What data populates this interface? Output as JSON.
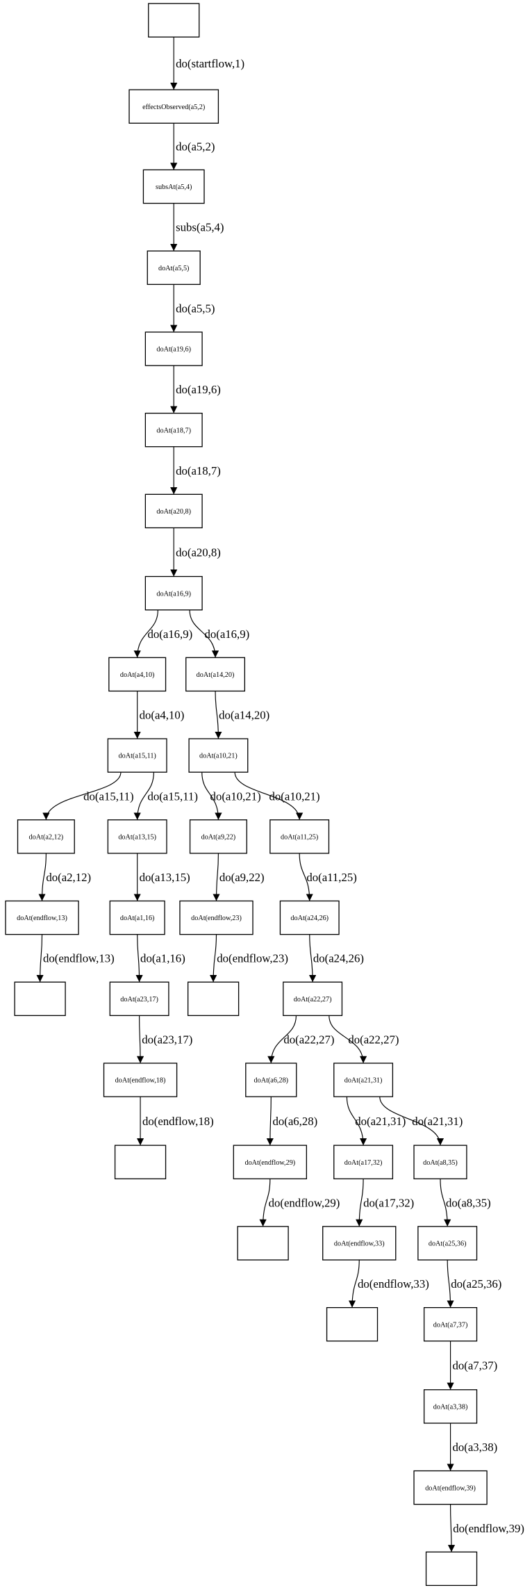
{
  "graph": {
    "nodes": [
      {
        "id": "n0",
        "label": ""
      },
      {
        "id": "n1",
        "label": "effectsObserved(a5,2)"
      },
      {
        "id": "n2",
        "label": "subsAt(a5,4)"
      },
      {
        "id": "n3",
        "label": "doAt(a5,5)"
      },
      {
        "id": "n4",
        "label": "doAt(a19,6)"
      },
      {
        "id": "n5",
        "label": "doAt(a18,7)"
      },
      {
        "id": "n6",
        "label": "doAt(a20,8)"
      },
      {
        "id": "n7",
        "label": "doAt(a16,9)"
      },
      {
        "id": "n8",
        "label": "doAt(a4,10)"
      },
      {
        "id": "n9",
        "label": "doAt(a14,20)"
      },
      {
        "id": "n10",
        "label": "doAt(a15,11)"
      },
      {
        "id": "n11",
        "label": "doAt(a10,21)"
      },
      {
        "id": "n12",
        "label": "doAt(a2,12)"
      },
      {
        "id": "n13",
        "label": "doAt(a13,15)"
      },
      {
        "id": "n14",
        "label": "doAt(a9,22)"
      },
      {
        "id": "n15",
        "label": "doAt(a11,25)"
      },
      {
        "id": "n16",
        "label": "doAt(endflow,13)"
      },
      {
        "id": "n17",
        "label": "doAt(a1,16)"
      },
      {
        "id": "n18",
        "label": "doAt(endflow,23)"
      },
      {
        "id": "n19",
        "label": "doAt(a24,26)"
      },
      {
        "id": "n20",
        "label": ""
      },
      {
        "id": "n21",
        "label": "doAt(a23,17)"
      },
      {
        "id": "n22",
        "label": ""
      },
      {
        "id": "n23",
        "label": "doAt(a22,27)"
      },
      {
        "id": "n24",
        "label": "doAt(endflow,18)"
      },
      {
        "id": "n25",
        "label": "doAt(a6,28)"
      },
      {
        "id": "n26",
        "label": "doAt(a21,31)"
      },
      {
        "id": "n27",
        "label": ""
      },
      {
        "id": "n28",
        "label": "doAt(endflow,29)"
      },
      {
        "id": "n29",
        "label": "doAt(a17,32)"
      },
      {
        "id": "n30",
        "label": "doAt(a8,35)"
      },
      {
        "id": "n31",
        "label": ""
      },
      {
        "id": "n32",
        "label": "doAt(endflow,33)"
      },
      {
        "id": "n33",
        "label": "doAt(a25,36)"
      },
      {
        "id": "n34",
        "label": ""
      },
      {
        "id": "n35",
        "label": "doAt(a7,37)"
      },
      {
        "id": "n36",
        "label": "doAt(a3,38)"
      },
      {
        "id": "n37",
        "label": "doAt(endflow,39)"
      },
      {
        "id": "n38",
        "label": ""
      }
    ],
    "edges": [
      {
        "from": "n0",
        "to": "n1",
        "label": "do(startflow,1)"
      },
      {
        "from": "n1",
        "to": "n2",
        "label": "do(a5,2)"
      },
      {
        "from": "n2",
        "to": "n3",
        "label": "subs(a5,4)"
      },
      {
        "from": "n3",
        "to": "n4",
        "label": "do(a5,5)"
      },
      {
        "from": "n4",
        "to": "n5",
        "label": "do(a19,6)"
      },
      {
        "from": "n5",
        "to": "n6",
        "label": "do(a18,7)"
      },
      {
        "from": "n6",
        "to": "n7",
        "label": "do(a20,8)"
      },
      {
        "from": "n7",
        "to": "n8",
        "label": "do(a16,9)"
      },
      {
        "from": "n7",
        "to": "n9",
        "label": "do(a16,9)"
      },
      {
        "from": "n8",
        "to": "n10",
        "label": "do(a4,10)"
      },
      {
        "from": "n9",
        "to": "n11",
        "label": "do(a14,20)"
      },
      {
        "from": "n10",
        "to": "n12",
        "label": "do(a15,11)"
      },
      {
        "from": "n10",
        "to": "n13",
        "label": "do(a15,11)"
      },
      {
        "from": "n11",
        "to": "n14",
        "label": "do(a10,21)"
      },
      {
        "from": "n11",
        "to": "n15",
        "label": "do(a10,21)"
      },
      {
        "from": "n12",
        "to": "n16",
        "label": "do(a2,12)"
      },
      {
        "from": "n13",
        "to": "n17",
        "label": "do(a13,15)"
      },
      {
        "from": "n14",
        "to": "n18",
        "label": "do(a9,22)"
      },
      {
        "from": "n15",
        "to": "n19",
        "label": "do(a11,25)"
      },
      {
        "from": "n16",
        "to": "n20",
        "label": "do(endflow,13)"
      },
      {
        "from": "n17",
        "to": "n21",
        "label": "do(a1,16)"
      },
      {
        "from": "n18",
        "to": "n22",
        "label": "do(endflow,23)"
      },
      {
        "from": "n19",
        "to": "n23",
        "label": "do(a24,26)"
      },
      {
        "from": "n21",
        "to": "n24",
        "label": "do(a23,17)"
      },
      {
        "from": "n23",
        "to": "n25",
        "label": "do(a22,27)"
      },
      {
        "from": "n23",
        "to": "n26",
        "label": "do(a22,27)"
      },
      {
        "from": "n24",
        "to": "n27",
        "label": "do(endflow,18)"
      },
      {
        "from": "n25",
        "to": "n28",
        "label": "do(a6,28)"
      },
      {
        "from": "n26",
        "to": "n29",
        "label": "do(a21,31)"
      },
      {
        "from": "n26",
        "to": "n30",
        "label": "do(a21,31)"
      },
      {
        "from": "n28",
        "to": "n31",
        "label": "do(endflow,29)"
      },
      {
        "from": "n29",
        "to": "n32",
        "label": "do(a17,32)"
      },
      {
        "from": "n30",
        "to": "n33",
        "label": "do(a8,35)"
      },
      {
        "from": "n32",
        "to": "n34",
        "label": "do(endflow,33)"
      },
      {
        "from": "n33",
        "to": "n35",
        "label": "do(a25,36)"
      },
      {
        "from": "n35",
        "to": "n36",
        "label": "do(a7,37)"
      },
      {
        "from": "n36",
        "to": "n37",
        "label": "do(a3,38)"
      },
      {
        "from": "n37",
        "to": "n38",
        "label": "do(endflow,39)"
      }
    ]
  }
}
